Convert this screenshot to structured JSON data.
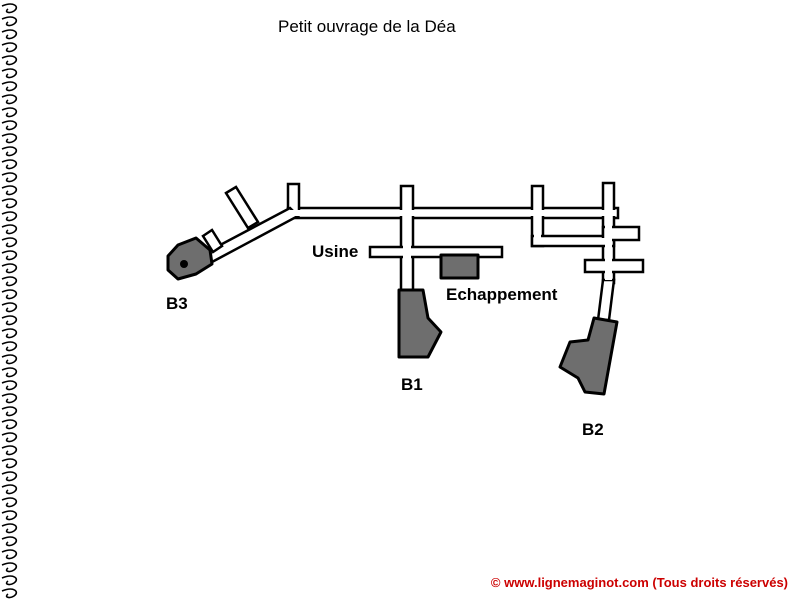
{
  "title": "Petit ouvrage de la Déa",
  "labels": {
    "b3": "B3",
    "b1": "B1",
    "b2": "B2",
    "usine": "Usine",
    "echappement": "Echappement"
  },
  "copyright": "© www.lignemaginot.com (Tous droits réservés)",
  "colors": {
    "block_fill": "#6e6e6e",
    "outline": "#000000",
    "copyright": "#cc0000",
    "background": "#ffffff"
  }
}
